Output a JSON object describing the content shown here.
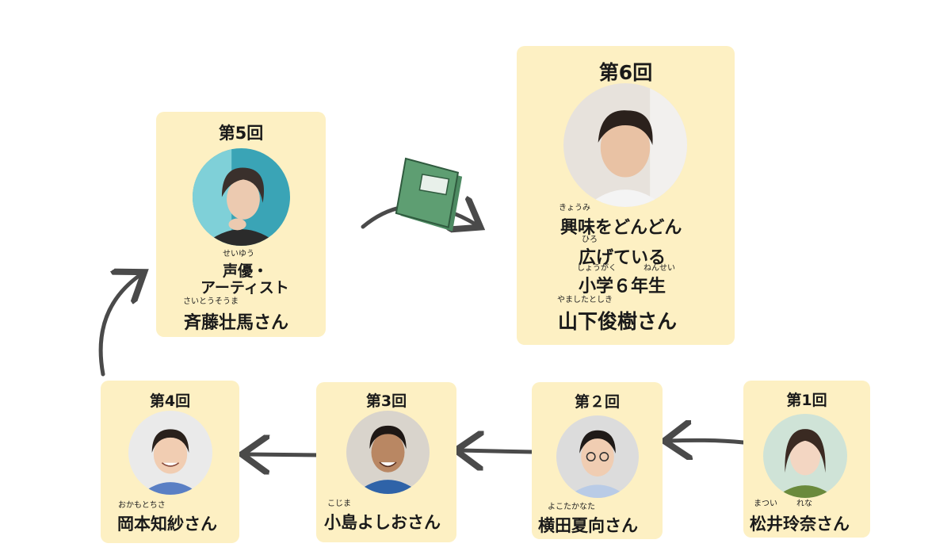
{
  "accent": {
    "card_bg": "#fdf0c3",
    "arrow": "#4a4a4a",
    "book": "#5e9e72"
  },
  "cards": {
    "r6": {
      "round": "第6回",
      "lines": [
        "興味をどんどん",
        "広げている",
        "小学６年生",
        "山下俊樹さん"
      ],
      "ruby": [
        "きょうみ",
        "ひろ",
        "しょうがく",
        "ねんせい",
        "やましたとしき"
      ]
    },
    "r5": {
      "round": "第5回",
      "lines": [
        "声優・",
        "アーティスト",
        "斉藤壮馬さん"
      ],
      "ruby": [
        "せいゆう",
        "さいとうそうま"
      ]
    },
    "r4": {
      "round": "第4回",
      "name": "岡本知紗さん",
      "ruby": "おかもとちさ"
    },
    "r3": {
      "round": "第3回",
      "name": "小島よしおさん",
      "ruby": "こじま"
    },
    "r2": {
      "round": "第２回",
      "name": "横田夏向さん",
      "ruby": "よこたかなた"
    },
    "r1": {
      "round": "第1回",
      "name": "松井玲奈さん",
      "ruby": [
        "まつい",
        "れな"
      ]
    }
  },
  "icons": {
    "book": "book-icon",
    "arrow": "curved-arrow-icon"
  }
}
